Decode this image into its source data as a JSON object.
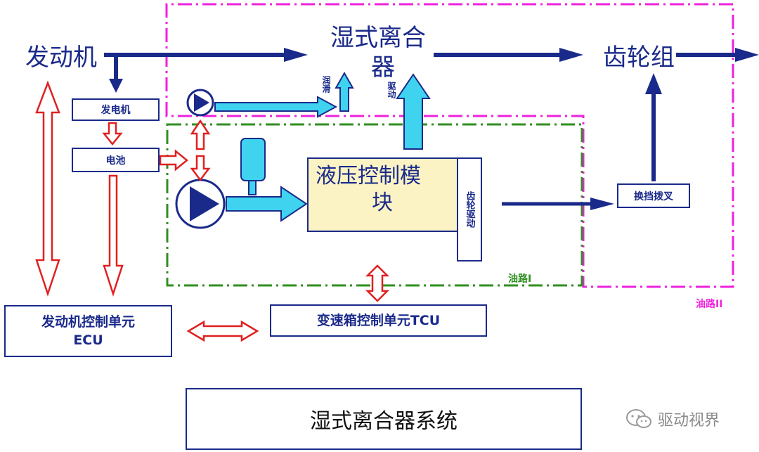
{
  "engine": "发动机",
  "clutch_line1": "湿式离合",
  "clutch_line2": "器",
  "gearset": "齿轮组",
  "generator": "发电机",
  "battery": "电池",
  "hydraulic_line1": "液压控制模",
  "hydraulic_line2": "块",
  "gear_drive": "齿轮驱动",
  "lubrication": "润滑",
  "drive": "驱动",
  "shift_fork": "换挡拨叉",
  "oil_path_1": "油路I",
  "oil_path_2": "油路II",
  "ecu_line1": "发动机控制单元",
  "ecu_line2": "ECU",
  "tcu": "变速箱控制单元TCU",
  "caption": "湿式离合器系统",
  "watermark": "驱动视界",
  "colors": {
    "navy": "#1a2a8a",
    "cyan": "#3fd3f0",
    "red": "#e02020",
    "magenta": "#ee22dd",
    "green": "#2f8f1f",
    "module_fill": "#fbf3c4"
  }
}
